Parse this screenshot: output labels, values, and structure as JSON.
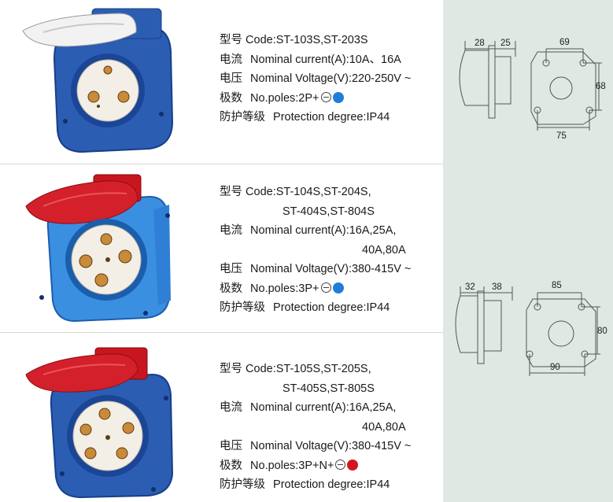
{
  "products": [
    {
      "code_lines": [
        "型号 Code:ST-103S,ST-203S"
      ],
      "current_label": "电流",
      "current_lines": [
        "Nominal current(A):10A、16A"
      ],
      "voltage_label": "电压",
      "voltage_text": "Nominal Voltage(V):220-250V ~",
      "poles_label": "极数",
      "poles_text": "No.poles:2P+",
      "protection_label": "防护等级",
      "protection_text": "Protection degree:IP44",
      "colors": {
        "body": "#2b5db3",
        "lid": "#f2f2f2",
        "dot": "#1f7fd6"
      }
    },
    {
      "code_lines": [
        "型号 Code:ST-104S,ST-204S,",
        "ST-404S,ST-804S"
      ],
      "current_label": "电流",
      "current_lines": [
        "Nominal current(A):16A,25A,",
        "40A,80A"
      ],
      "voltage_label": "电压",
      "voltage_text": "Nominal Voltage(V):380-415V ~",
      "poles_label": "极数",
      "poles_text": "No.poles:3P+",
      "protection_label": "防护等级",
      "protection_text": "Protection degree:IP44",
      "colors": {
        "body": "#2f7fd6",
        "lid": "#d4202a",
        "dot": "#1f7fd6"
      }
    },
    {
      "code_lines": [
        "型号 Code:ST-105S,ST-205S,",
        "ST-405S,ST-805S"
      ],
      "current_label": "电流",
      "current_lines": [
        "Nominal current(A):16A,25A,",
        "40A,80A"
      ],
      "voltage_label": "电压",
      "voltage_text": "Nominal Voltage(V):380-415V ~",
      "poles_label": "极数",
      "poles_text": "No.poles:3P+N+",
      "protection_label": "防护等级",
      "protection_text": "Protection degree:IP44",
      "colors": {
        "body": "#2b5db3",
        "lid": "#d4202a",
        "dot": "#d4141b"
      }
    }
  ],
  "drawings": [
    {
      "side_w1": "28",
      "side_w2": "25",
      "front_w_top": "69",
      "front_h": "68",
      "front_w_bottom": "75"
    },
    {
      "side_w1": "32",
      "side_w2": "38",
      "front_w_top": "85",
      "front_h": "80",
      "front_w_bottom": "90"
    }
  ]
}
